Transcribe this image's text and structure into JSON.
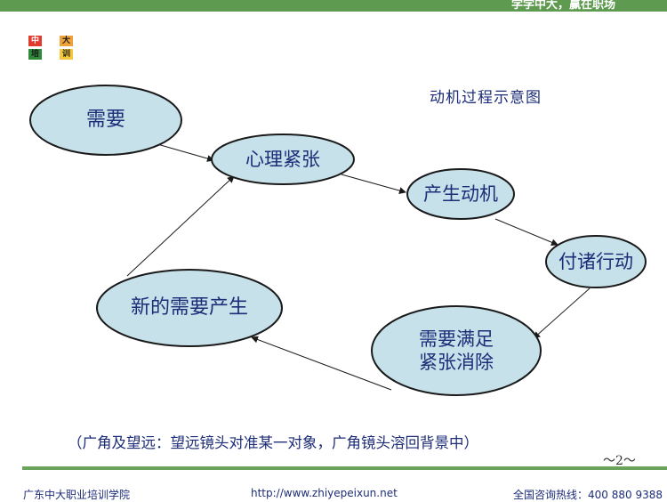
{
  "header": {
    "slogan": "学学中大，赢在职场"
  },
  "logo": {
    "chars": [
      "中",
      "大",
      "培",
      "训"
    ],
    "colors": [
      "#e23a2c",
      "#f0a23a",
      "#2f8a3a",
      "#f3c83a"
    ]
  },
  "diagram": {
    "title": "动机过程示意图",
    "nodes": [
      {
        "id": "need",
        "label": "需要"
      },
      {
        "id": "tension",
        "label": "心理紧张"
      },
      {
        "id": "motive",
        "label": "产生动机"
      },
      {
        "id": "action",
        "label": "付诸行动"
      },
      {
        "id": "satisfied",
        "label": "需要满足\n紧张消除"
      },
      {
        "id": "new_need",
        "label": "新的需要产生"
      }
    ],
    "edges": [
      {
        "from": "need",
        "to": "tension"
      },
      {
        "from": "tension",
        "to": "motive"
      },
      {
        "from": "motive",
        "to": "action"
      },
      {
        "from": "action",
        "to": "satisfied"
      },
      {
        "from": "satisfied",
        "to": "new_need"
      },
      {
        "from": "new_need",
        "to": "tension"
      }
    ],
    "node_fill": "#c7e1ea",
    "node_stroke": "#1a1a1a",
    "text_color": "#1d2d78"
  },
  "caption": "（广角及望远：望远镜头对准某一对象，广角镜头溶回背景中）",
  "page_number": "～2～",
  "footer": {
    "org": "广东中大职业培训学院",
    "url": "http://www.zhiyepeixun.net",
    "hotline": "全国咨询热线：400 880 9388"
  }
}
